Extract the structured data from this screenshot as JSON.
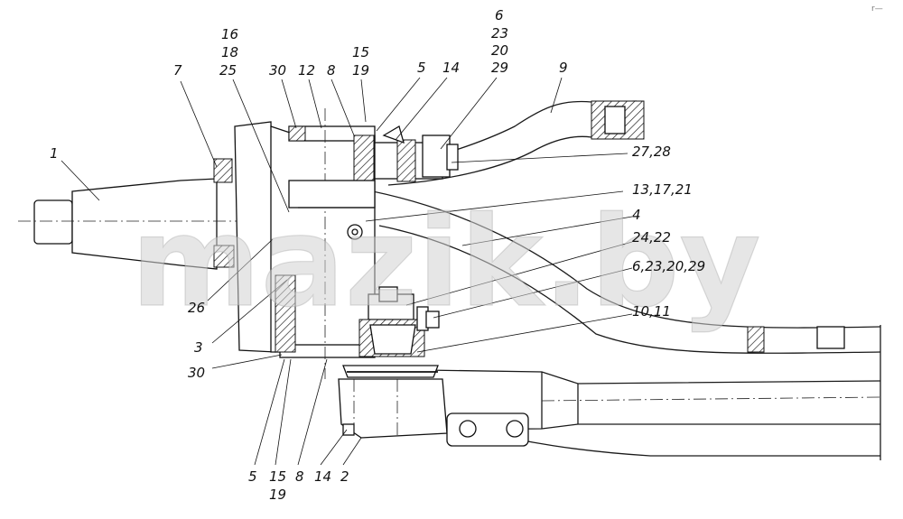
{
  "watermark": "mazik.by",
  "corner_mark": "r—",
  "callouts": {
    "l1": "1",
    "l7": "7",
    "l16_18_25": [
      "16",
      "18",
      "25"
    ],
    "l30_top": "30",
    "l12": "12",
    "l8_top": "8",
    "l15_19_top": [
      "15",
      "19"
    ],
    "l5_top": "5",
    "l14_top": "14",
    "l6_23_20_29_top": [
      "6",
      "23",
      "20",
      "29"
    ],
    "l9": "9",
    "l27_28": "27,28",
    "l13_17_21": "13,17,21",
    "l4": "4",
    "l24_22": "24,22",
    "l6_23_20_29_right": "6,23,20,29",
    "l10_11": "10,11",
    "l26": "26",
    "l3": "3",
    "l30_left": "30",
    "l5_bottom": "5",
    "l15_19_bottom": [
      "15",
      "19"
    ],
    "l8_bottom": "8",
    "l14_bottom": "14",
    "l2": "2"
  }
}
